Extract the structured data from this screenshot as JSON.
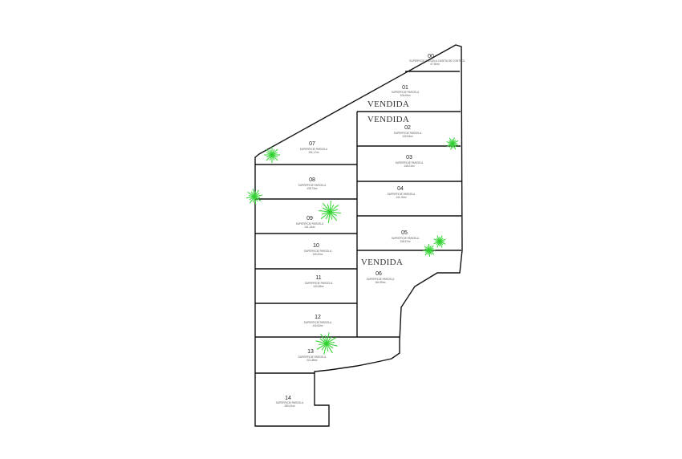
{
  "plan": {
    "lots": [
      {
        "id": "00",
        "number": "00",
        "area_label": "SUPERFICIE PARCELA CASETA DE CONTROL",
        "area_value": "47,50m²",
        "status": ""
      },
      {
        "id": "01",
        "number": "01",
        "area_label": "SUPERFICIE PARCELA",
        "area_value": "126,00m²",
        "status": "VENDIDA"
      },
      {
        "id": "02",
        "number": "02",
        "area_label": "SUPERFICIE PARCELA",
        "area_value": "143,94m²",
        "status": "VENDIDA"
      },
      {
        "id": "03",
        "number": "03",
        "area_label": "SUPERFICIE PARCELA",
        "area_value": "145,01m²",
        "status": ""
      },
      {
        "id": "04",
        "number": "04",
        "area_label": "SUPERFICIE PARCELA",
        "area_value": "144,76m²",
        "status": ""
      },
      {
        "id": "05",
        "number": "05",
        "area_label": "SUPERFICIE PARCELA",
        "area_value": "136,57m²",
        "status": ""
      },
      {
        "id": "06",
        "number": "06",
        "area_label": "SUPERFICIE PARCELA",
        "area_value": "164,95m²",
        "status": "VENDIDA"
      },
      {
        "id": "07",
        "number": "07",
        "area_label": "SUPERFICIE PARCELA",
        "area_value": "194,17m²",
        "status": ""
      },
      {
        "id": "08",
        "number": "08",
        "area_label": "SUPERFICIE PARCELA",
        "area_value": "138,73m²",
        "status": ""
      },
      {
        "id": "09",
        "number": "09",
        "area_label": "SUPERFICIE PARCELA",
        "area_value": "141,14m²",
        "status": ""
      },
      {
        "id": "10",
        "number": "10",
        "area_label": "SUPERFICIE PARCELA",
        "area_value": "143,20m²",
        "status": ""
      },
      {
        "id": "11",
        "number": "11",
        "area_label": "SUPERFICIE PARCELA",
        "area_value": "143,08m²",
        "status": ""
      },
      {
        "id": "12",
        "number": "12",
        "area_label": "SUPERFICIE PARCELA",
        "area_value": "143,63m²",
        "status": ""
      },
      {
        "id": "13",
        "number": "13",
        "area_label": "SUPERFICIE PARCELA",
        "area_value": "221,88m²",
        "status": ""
      },
      {
        "id": "14",
        "number": "14",
        "area_label": "SUPERFICIE PARCELA",
        "area_value": "180,41m²",
        "status": ""
      }
    ],
    "tree_icon": "palm-tree-icon",
    "colors": {
      "line": "#111111",
      "tree": "#2ecc2e",
      "text": "#222222"
    }
  }
}
